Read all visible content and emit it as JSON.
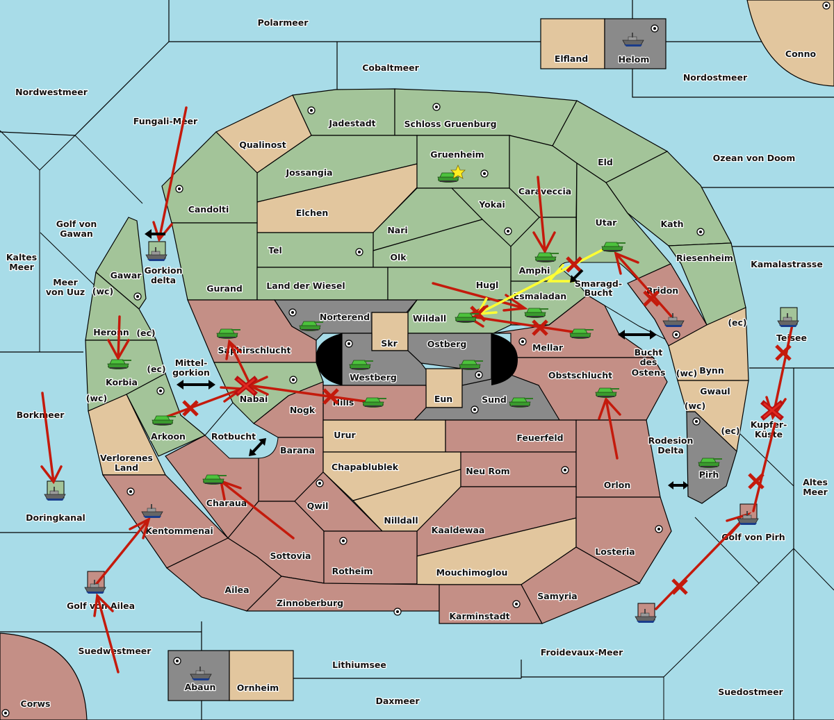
{
  "colors": {
    "sea": "#a8dce8",
    "green_power": "#a3c499",
    "red_power": "#c48f86",
    "neutral": "#e2c69e",
    "grey_power": "#8a8a8a",
    "impassable": "#000000",
    "order_arrow": "#c41a0c",
    "retreat_arrow": "#ffff33"
  },
  "seas": [
    {
      "name": "Polarmeer"
    },
    {
      "name": "Cobaltmeer"
    },
    {
      "name": "Nordwestmeer"
    },
    {
      "name": "Fungali-Meer"
    },
    {
      "name": "Nordostmeer"
    },
    {
      "name": "Ozean von Doom"
    },
    {
      "name": "Kamalastrasse"
    },
    {
      "name": "Golf von Gawan"
    },
    {
      "name": "Kaltes Meer"
    },
    {
      "name": "Meer von Uuz"
    },
    {
      "name": "Gorkion delta"
    },
    {
      "name": "Mittel-gorkion"
    },
    {
      "name": "Rotbucht"
    },
    {
      "name": "Borkmeer"
    },
    {
      "name": "Doringkanal"
    },
    {
      "name": "Golf von Ailea"
    },
    {
      "name": "Suedwestmeer"
    },
    {
      "name": "Lithiumsee"
    },
    {
      "name": "Daxmeer"
    },
    {
      "name": "Froidevaux-Meer"
    },
    {
      "name": "Suedostmeer"
    },
    {
      "name": "Golf von Pirh"
    },
    {
      "name": "Altes Meer"
    },
    {
      "name": "Kupfer-Küste"
    },
    {
      "name": "Teisee"
    },
    {
      "name": "Rodesion Delta"
    },
    {
      "name": "Bucht des Ostens"
    },
    {
      "name": "Smaragd-Bucht"
    }
  ],
  "labels": {
    "Polarmeer": "Polarmeer",
    "Cobaltmeer": "Cobaltmeer",
    "Nordwestmeer": "Nordwestmeer",
    "Fungali": "Fungali-Meer",
    "Nordostmeer": "Nordostmeer",
    "Doom": "Ozean von Doom",
    "Kamala": "Kamalastrasse",
    "Gawan1": "Golf von",
    "Gawan2": "Gawan",
    "Kaltes1": "Kaltes",
    "Kaltes2": "Meer",
    "Uuz1": "Meer",
    "Uuz2": "von Uuz",
    "Gorkion1": "Gorkion",
    "Gorkion2": "delta",
    "Mittel1": "Mittel-",
    "Mittel2": "gorkion",
    "Rotbucht": "Rotbucht",
    "Borkmeer": "Borkmeer",
    "Doringkanal": "Doringkanal",
    "Ailea_gulf": "Golf von Ailea",
    "Suedwestmeer": "Suedwestmeer",
    "Lithiumsee": "Lithiumsee",
    "Daxmeer": "Daxmeer",
    "Froidevaux": "Froidevaux-Meer",
    "Suedostmeer": "Suedostmeer",
    "Pirh_gulf": "Golf von Pirh",
    "Altes1": "Altes",
    "Altes2": "Meer",
    "Kupfer1": "Kupfer-",
    "Kupfer2": "Küste",
    "Teisee": "Teisee",
    "Rodesion1": "Rodesion",
    "Rodesion2": "Delta",
    "Bucht1": "Bucht",
    "Bucht2": "des",
    "Bucht3": "Ostens",
    "Smaragd1": "Smaragd-",
    "Smaragd2": "Bucht",
    "Elfland": "Elfland",
    "Helom": "Helom",
    "Conno": "Conno",
    "Jadestadt": "Jadestadt",
    "Schloss": "Schloss Gruenburg",
    "Qualinost": "Qualinost",
    "Jossangia": "Jossangia",
    "Gruenheim": "Gruenheim",
    "Eld": "Eld",
    "Caraveccia": "Caraveccia",
    "Candolti": "Candolti",
    "Elchen": "Elchen",
    "Yokai": "Yokai",
    "Utar": "Utar",
    "Kath": "Kath",
    "Nari": "Nari",
    "Tel": "Tel",
    "Olk": "Olk",
    "Amphi": "Amphi",
    "Riesenheim": "Riesenheim",
    "Gurand": "Gurand",
    "Wiesel": "Land der Wiesel",
    "Hugl": "Hugl",
    "Esmaladan": "Esmaladan",
    "Bridon": "Bridon",
    "Gawar": "Gawar",
    "Norterend": "Norterend",
    "Wildall": "Wildall",
    "Skr": "Skr",
    "Ostberg": "Ostberg",
    "Mellar": "Mellar",
    "Heronn": "Heronn",
    "Saphirschlucht": "Saphirschlucht",
    "Westberg": "Westberg",
    "Korbia": "Korbia",
    "Nabai": "Nabai",
    "Hills": "Hills",
    "Eun": "Eun",
    "Sund": "Sund",
    "Obstschlucht": "Obstschlucht",
    "Bynn": "Bynn",
    "Gwaul": "Gwaul",
    "Arkoon": "Arkoon",
    "Nogk": "Nogk",
    "Urur": "Urur",
    "Feuerfeld": "Feuerfeld",
    "Barana": "Barana",
    "Verlorenes1": "Verlorenes",
    "Verlorenes2": "Land",
    "Chapablublek": "Chapablublek",
    "NeuRom": "Neu Rom",
    "Orlon": "Orlon",
    "Pirh": "Pirh",
    "Charaua": "Charaua",
    "Qwil": "Qwil",
    "Nilldall": "Nilldall",
    "Kaaldewaa": "Kaaldewaa",
    "Kentommenai": "Kentommenai",
    "Sottovia": "Sottovia",
    "Rotheim": "Rotheim",
    "Mouchimoglou": "Mouchimoglou",
    "Losteria": "Losteria",
    "Ailea": "Ailea",
    "Zinnoberburg": "Zinnoberburg",
    "Samyria": "Samyria",
    "Karminstadt": "Karminstadt",
    "Abaun": "Abaun",
    "Ornheim": "Ornheim",
    "Corws": "Corws",
    "wc": "(wc)",
    "ec": "(ec)"
  },
  "units": [
    {
      "type": "army",
      "power": "green",
      "location": "Gruenheim"
    },
    {
      "type": "army",
      "power": "green",
      "location": "Amphi"
    },
    {
      "type": "army",
      "power": "green",
      "location": "Utar"
    },
    {
      "type": "army",
      "power": "green",
      "location": "Wildall"
    },
    {
      "type": "army",
      "power": "green",
      "location": "Esmaladan"
    },
    {
      "type": "army",
      "power": "green",
      "location": "Korbia"
    },
    {
      "type": "army",
      "power": "green",
      "location": "Arkoon"
    },
    {
      "type": "army",
      "power": "red",
      "location": "Saphirschlucht"
    },
    {
      "type": "army",
      "power": "red",
      "location": "Hills"
    },
    {
      "type": "army",
      "power": "red",
      "location": "Mellar"
    },
    {
      "type": "army",
      "power": "red",
      "location": "Obstschlucht"
    },
    {
      "type": "army",
      "power": "red",
      "location": "Charaua"
    },
    {
      "type": "army",
      "power": "grey",
      "location": "Norterend"
    },
    {
      "type": "army",
      "power": "grey",
      "location": "Westberg"
    },
    {
      "type": "army",
      "power": "grey",
      "location": "Ostberg"
    },
    {
      "type": "army",
      "power": "grey",
      "location": "Sund"
    },
    {
      "type": "army",
      "power": "grey",
      "location": "Pirh"
    },
    {
      "type": "fleet",
      "power": "green",
      "location": "Gorkion delta"
    },
    {
      "type": "fleet",
      "power": "green",
      "location": "Doringkanal"
    },
    {
      "type": "fleet",
      "power": "green",
      "location": "Teisee"
    },
    {
      "type": "fleet",
      "power": "red",
      "location": "Bridon"
    },
    {
      "type": "fleet",
      "power": "red",
      "location": "Kentommenai"
    },
    {
      "type": "fleet",
      "power": "red",
      "location": "Golf von Ailea"
    },
    {
      "type": "fleet",
      "power": "red",
      "location": "Golf von Pirh"
    },
    {
      "type": "fleet",
      "power": "red",
      "location": "Froidevaux-Meer"
    },
    {
      "type": "fleet",
      "power": "grey",
      "location": "Helom"
    },
    {
      "type": "fleet",
      "power": "grey",
      "location": "Abaun"
    }
  ],
  "capital_marker": {
    "icon": "star-icon",
    "location": "Gruenheim"
  },
  "supply_center_icon": "supply-center-icon"
}
